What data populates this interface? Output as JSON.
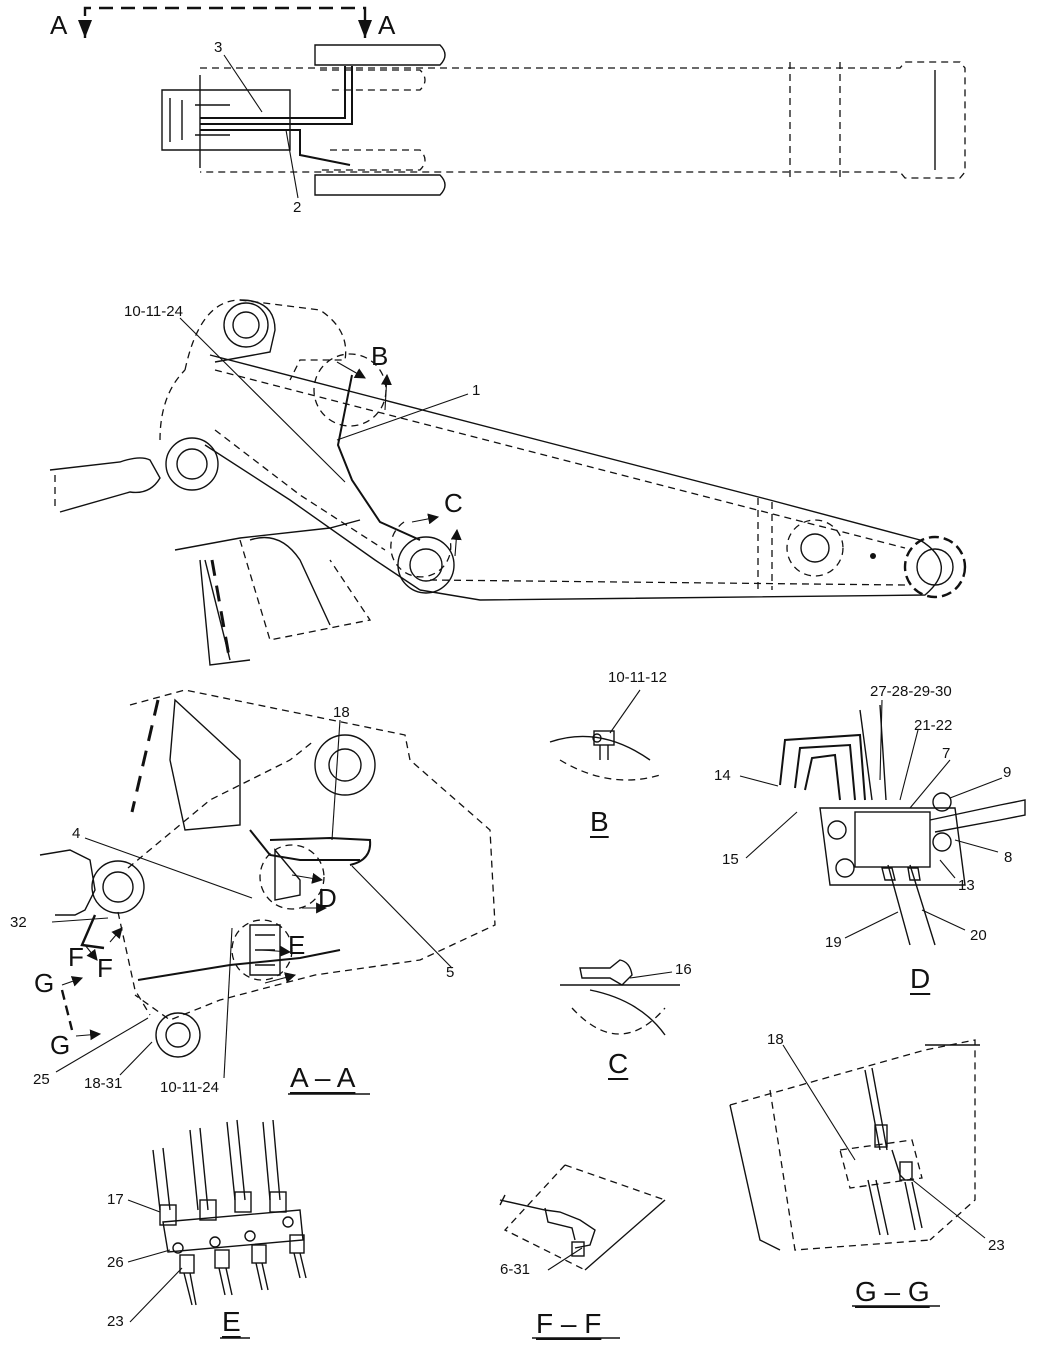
{
  "views": {
    "aa_marker_left": "A",
    "aa_marker_right": "A",
    "b_marker": "B",
    "c_marker": "C",
    "d_marker": "D",
    "e_marker": "E",
    "f_marker_1": "F",
    "f_marker_2": "F",
    "g_marker_1": "G",
    "g_marker_2": "G"
  },
  "callouts": {
    "top_3": "3",
    "top_2": "2",
    "arm_10_11_24": "10-11-24",
    "arm_1": "1",
    "aa_18": "18",
    "aa_4": "4",
    "aa_5": "5",
    "aa_32": "32",
    "aa_25": "25",
    "aa_18_31": "18-31",
    "aa_10_11_24": "10-11-24",
    "b_10_11_12": "10-11-12",
    "c_16": "16",
    "d_27_28_29_30": "27-28-29-30",
    "d_21_22": "21-22",
    "d_7": "7",
    "d_9": "9",
    "d_14": "14",
    "d_15": "15",
    "d_8": "8",
    "d_13": "13",
    "d_19": "19",
    "d_20": "20",
    "gg_18": "18",
    "gg_23": "23",
    "e_17": "17",
    "e_26": "26",
    "e_23": "23",
    "ff_6_31": "6-31"
  },
  "captions": {
    "section_aa": "A – A",
    "detail_b": "B",
    "detail_c": "C",
    "detail_d": "D",
    "detail_e": "E",
    "section_ff": "F – F",
    "section_gg": "G – G"
  }
}
